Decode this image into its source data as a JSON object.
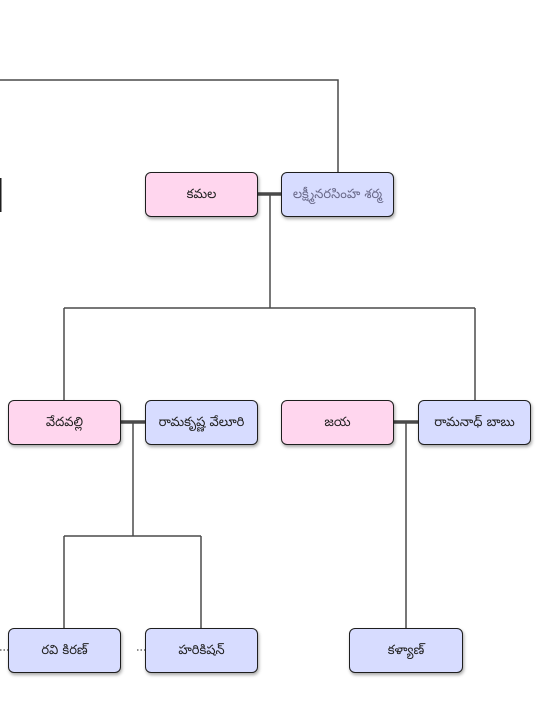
{
  "family_tree": {
    "colors": {
      "female": "#ffd6ee",
      "male": "#d7dcff",
      "line": "#4a4a4a",
      "border": "#1e1e1e"
    },
    "people": {
      "kamala": "కమల",
      "lakshminarasimha": "లక్ష్మీనరసింహ శర్మ",
      "vedavalli": "వేదవల్లి",
      "ramakrishna": "రామకృష్ణ వేలూరి",
      "jaya": "జయ",
      "ramanath": "రామనాధ్ బాబు",
      "ravi_kiran": "రవి కిరణ్",
      "harikishan": "హరికిషన్",
      "kalyan": "కళ్యాణ్"
    }
  }
}
